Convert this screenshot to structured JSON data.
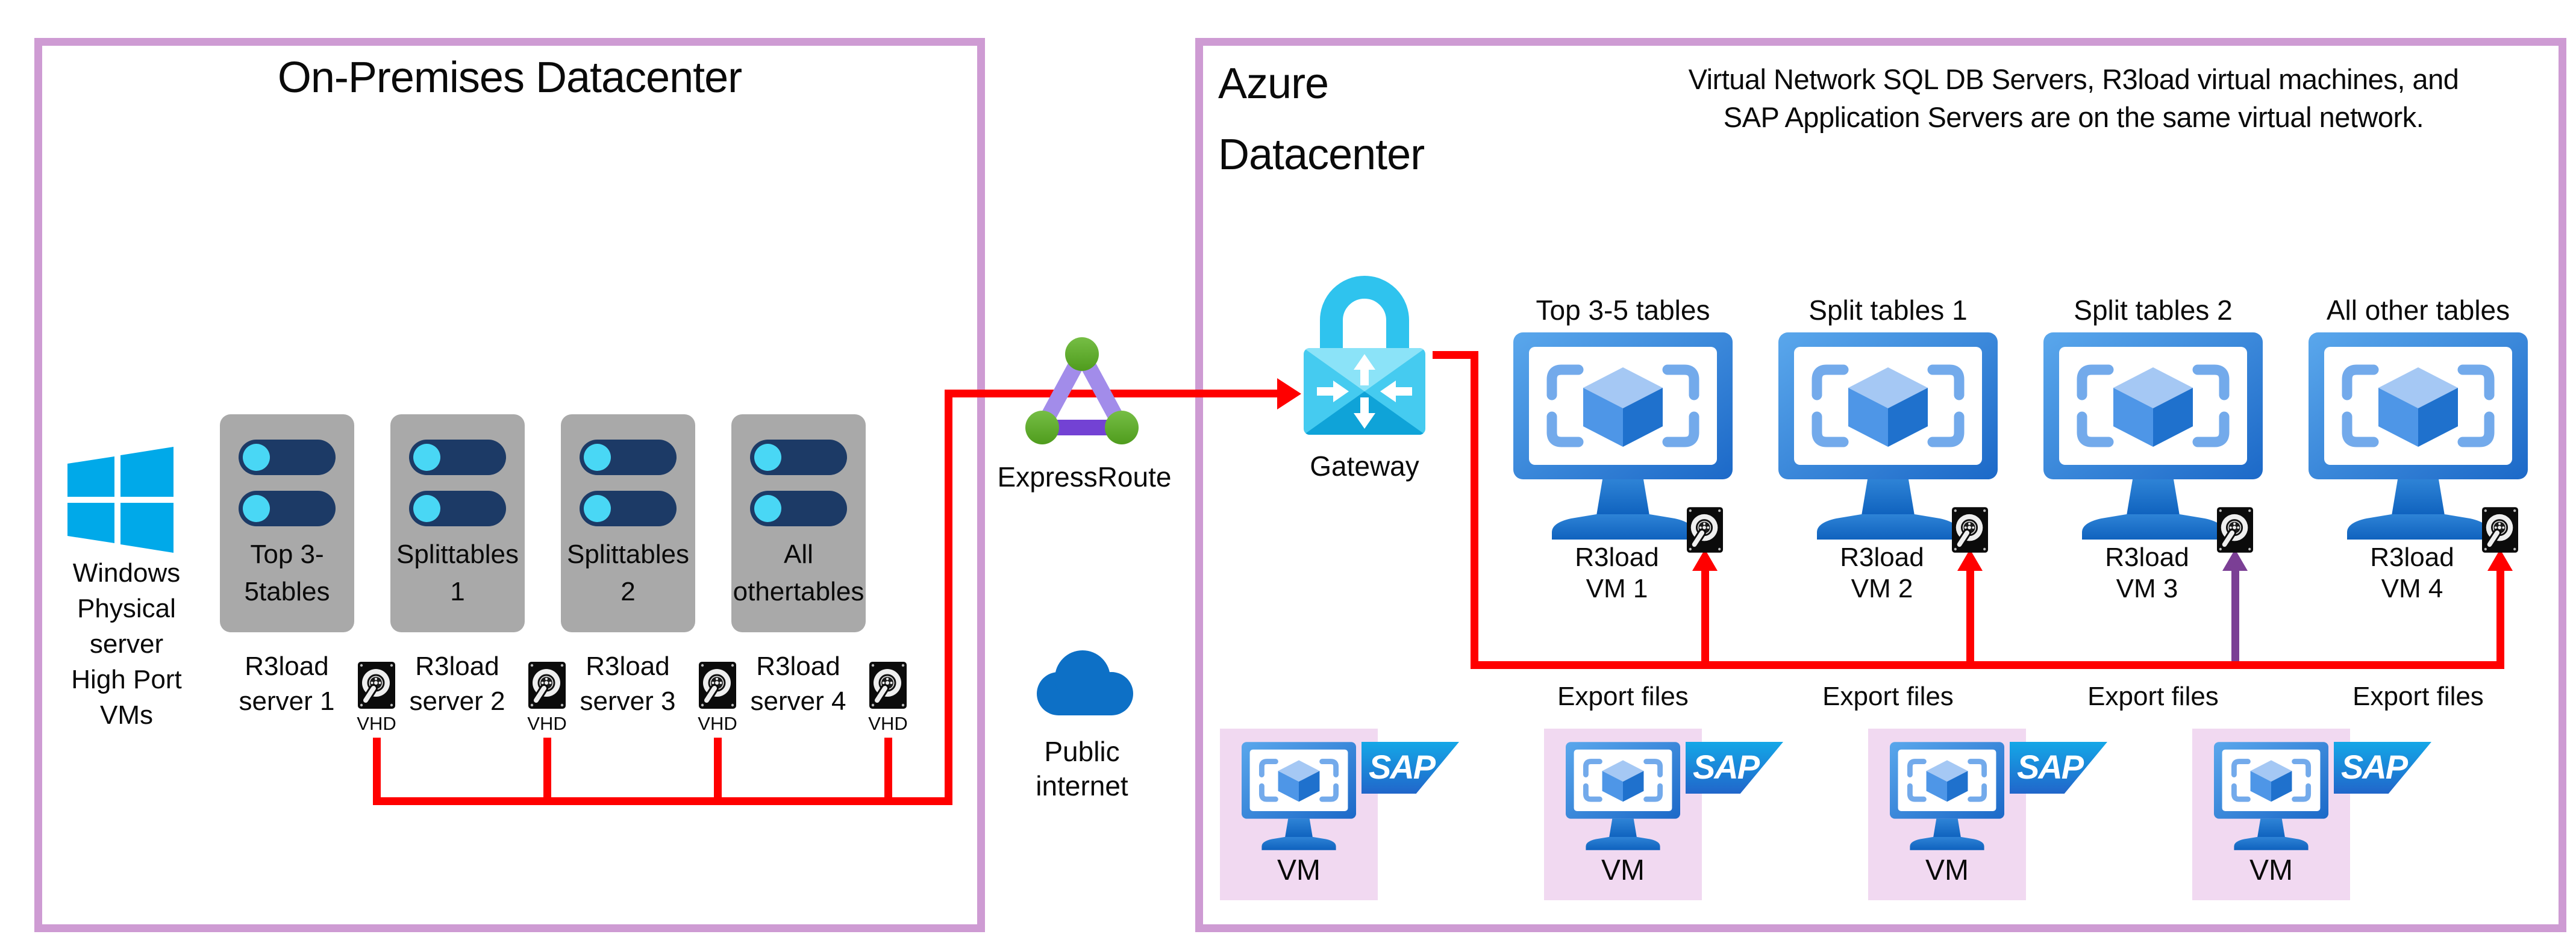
{
  "onprem": {
    "title": "On-Premises Datacenter",
    "windows_label_lines": [
      "Windows",
      "Physical",
      "server",
      "High Port",
      "VMs"
    ],
    "servers": [
      {
        "table_lines": [
          "Top 3-5",
          "tables"
        ],
        "name_lines": [
          "R3load",
          "server 1"
        ],
        "disk_label": "VHD"
      },
      {
        "table_lines": [
          "Split",
          "tables 1"
        ],
        "name_lines": [
          "R3load",
          "server 2"
        ],
        "disk_label": "VHD"
      },
      {
        "table_lines": [
          "Split",
          "tables 2"
        ],
        "name_lines": [
          "R3load",
          "server 3"
        ],
        "disk_label": "VHD"
      },
      {
        "table_lines": [
          "All other",
          "tables"
        ],
        "name_lines": [
          "R3load",
          "server 4"
        ],
        "disk_label": "VHD"
      }
    ]
  },
  "connectivity": {
    "expressroute_label": "ExpressRoute",
    "public_internet_lines": [
      "Public",
      "internet"
    ]
  },
  "azure": {
    "title_lines": [
      "Azure",
      "Datacenter"
    ],
    "note_lines": [
      "Virtual Network SQL DB Servers, R3load virtual machines, and",
      "SAP Application Servers are on the same virtual network."
    ],
    "gateway_label": "Gateway",
    "columns": [
      {
        "table_label": "Top 3-5 tables",
        "vm_lines": [
          "R3load",
          "VM 1"
        ],
        "export_label": "Export files",
        "arrow_color": "#ff0000"
      },
      {
        "table_label": "Split tables 1",
        "vm_lines": [
          "R3load",
          "VM 2"
        ],
        "export_label": "Export files",
        "arrow_color": "#ff0000"
      },
      {
        "table_label": "Split tables 2",
        "vm_lines": [
          "R3load",
          "VM 3"
        ],
        "export_label": "Export files",
        "arrow_color": "#7b3f95"
      },
      {
        "table_label": "All other tables",
        "vm_lines": [
          "R3load",
          "VM 4"
        ],
        "export_label": "Export files",
        "arrow_color": "#ff0000"
      }
    ],
    "app_vms": [
      {
        "label": "VM",
        "logo_text": "SAP"
      },
      {
        "label": "VM",
        "logo_text": "SAP"
      },
      {
        "label": "VM",
        "logo_text": "SAP"
      },
      {
        "label": "VM",
        "logo_text": "SAP"
      }
    ]
  },
  "colors": {
    "datacenter_border_pink": "#ce9bd3",
    "flow_red": "#ff0000",
    "flow_purple": "#7b3f95",
    "server_gray": "#a9a9a9",
    "disk_pill_navy": "#1c3a66",
    "disk_pill_cyan": "#49d7f5",
    "windows_blue": "#00a9e9",
    "cloud_blue": "#0d70c6",
    "app_vm_box_pink": "#f1d9f1",
    "monitor_blue": "#1c69c8",
    "gateway_cyan": "#2fc3ee",
    "expressroute_purple_light": "#a28cea",
    "expressroute_purple_dark": "#7342d4",
    "expressroute_green": "#55a41f",
    "sap_logo_blue_top": "#14a7e7",
    "sap_logo_blue_bottom": "#2166ca"
  }
}
